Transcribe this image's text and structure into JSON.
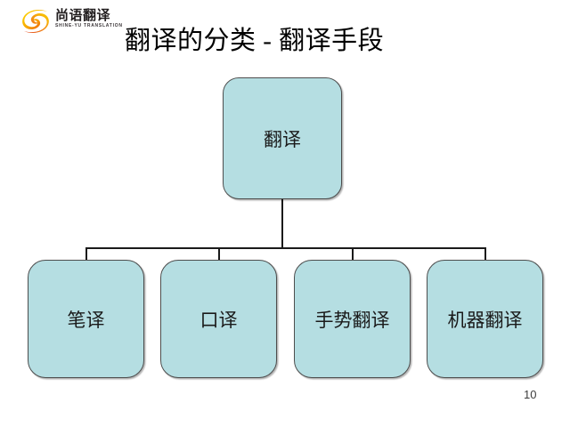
{
  "slide": {
    "title": "翻译的分类 - 翻译手段",
    "page_number": "10",
    "background_color": "#ffffff"
  },
  "logo": {
    "mark_name": "shine-yu-swirl-logo-icon",
    "mark_colors": [
      "#f5a800",
      "#e8421f",
      "#fbd200",
      "#f07d1a"
    ],
    "chinese_name": "尚语翻译",
    "english_name": "SHINE-YU TRANSLATION"
  },
  "diagram": {
    "type": "tree",
    "node_fill": "#b5dee2",
    "node_border": "#4d4d4d",
    "connector_color": "#1a1a1a",
    "root": {
      "label": "翻译"
    },
    "leaves": [
      {
        "label": "笔译"
      },
      {
        "label": "口译"
      },
      {
        "label": "手势翻译"
      },
      {
        "label": "机器翻译"
      }
    ]
  }
}
